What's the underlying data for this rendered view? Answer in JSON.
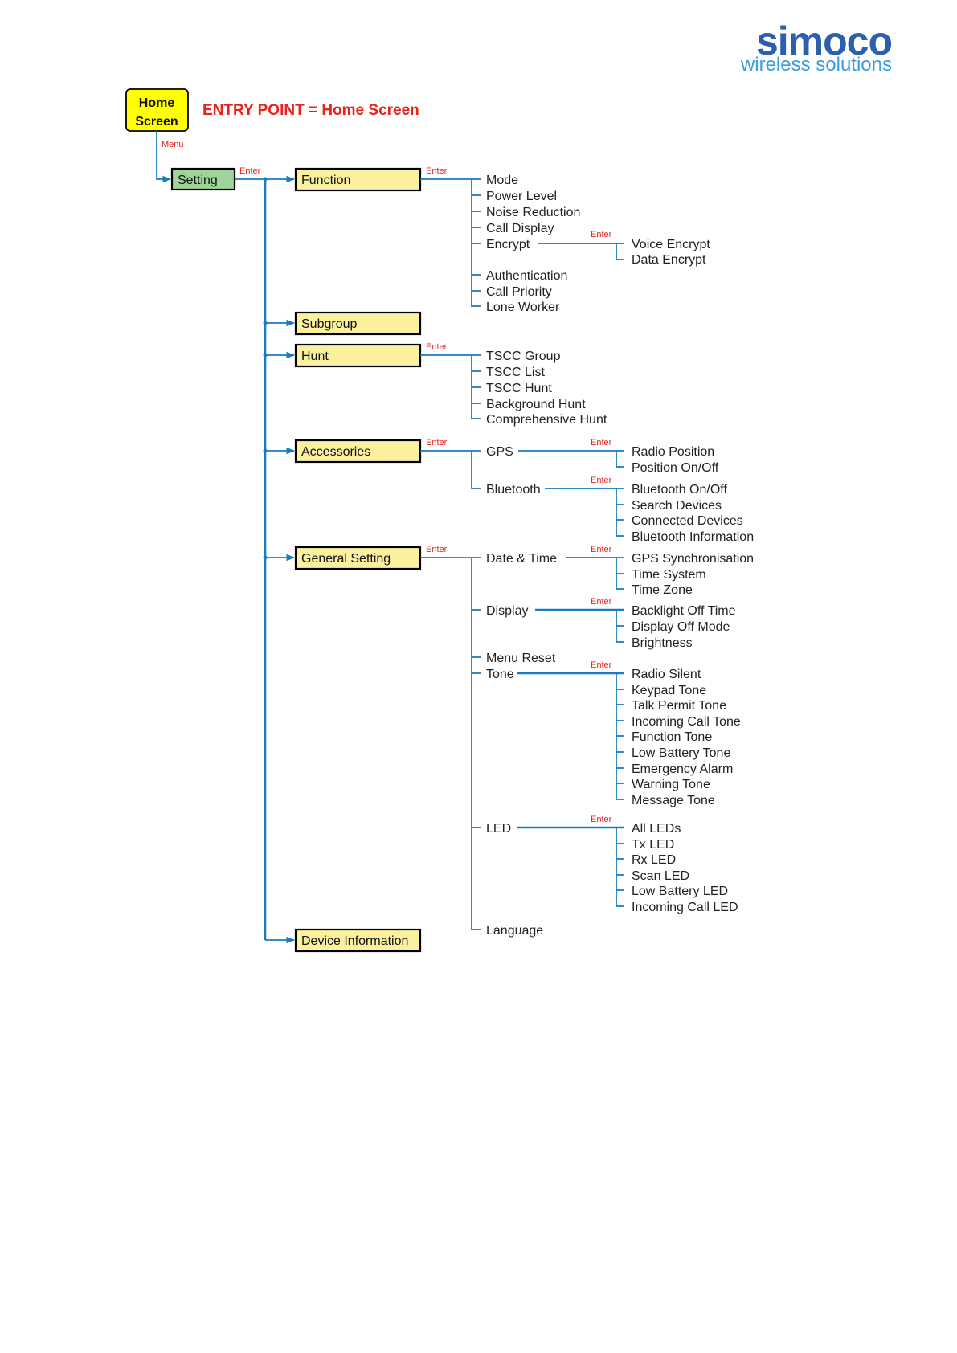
{
  "logo": {
    "brand": "simoco",
    "tagline": "wireless solutions"
  },
  "header": {
    "home_box": [
      "Home",
      "Screen"
    ],
    "entry_point": "ENTRY POINT = Home Screen",
    "menu_label": "Menu"
  },
  "enter_label": "Enter",
  "setting": "Setting",
  "function": {
    "label": "Function",
    "items": [
      "Mode",
      "Power Level",
      "Noise Reduction",
      "Call Display",
      "Encrypt",
      "Authentication",
      "Call Priority",
      "Lone Worker"
    ],
    "encrypt_items": [
      "Voice Encrypt",
      "Data Encrypt"
    ]
  },
  "subgroup": {
    "label": "Subgroup"
  },
  "hunt": {
    "label": "Hunt",
    "items": [
      "TSCC Group",
      "TSCC List",
      "TSCC Hunt",
      "Background Hunt",
      "Comprehensive Hunt"
    ]
  },
  "accessories": {
    "label": "Accessories",
    "gps": {
      "label": "GPS",
      "items": [
        "Radio Position",
        "Position On/Off"
      ]
    },
    "bluetooth": {
      "label": "Bluetooth",
      "items": [
        "Bluetooth On/Off",
        "Search Devices",
        "Connected Devices",
        "Bluetooth Information"
      ]
    }
  },
  "general_setting": {
    "label": "General Setting",
    "date_time": {
      "label": "Date & Time",
      "items": [
        "GPS Synchronisation",
        "Time System",
        "Time Zone"
      ]
    },
    "display": {
      "label": "Display",
      "items": [
        "Backlight Off Time",
        "Display Off Mode",
        "Brightness"
      ]
    },
    "menu_reset": "Menu Reset",
    "tone": {
      "label": "Tone",
      "items": [
        "Radio Silent",
        "Keypad Tone",
        "Talk Permit Tone",
        "Incoming Call Tone",
        "Function Tone",
        "Low Battery Tone",
        "Emergency Alarm",
        "Warning Tone",
        "Message Tone"
      ]
    },
    "led": {
      "label": "LED",
      "items": [
        "All LEDs",
        "Tx LED",
        "Rx LED",
        "Scan LED",
        "Low Battery LED",
        "Incoming Call LED"
      ]
    },
    "language": "Language"
  },
  "device_information": {
    "label": "Device Information"
  },
  "colors": {
    "line": "#1a7bbf",
    "enter": "#e8231a",
    "box_yellow": "#faf09e",
    "box_green": "#9fd49a",
    "home_yellow": "#ffff00"
  }
}
